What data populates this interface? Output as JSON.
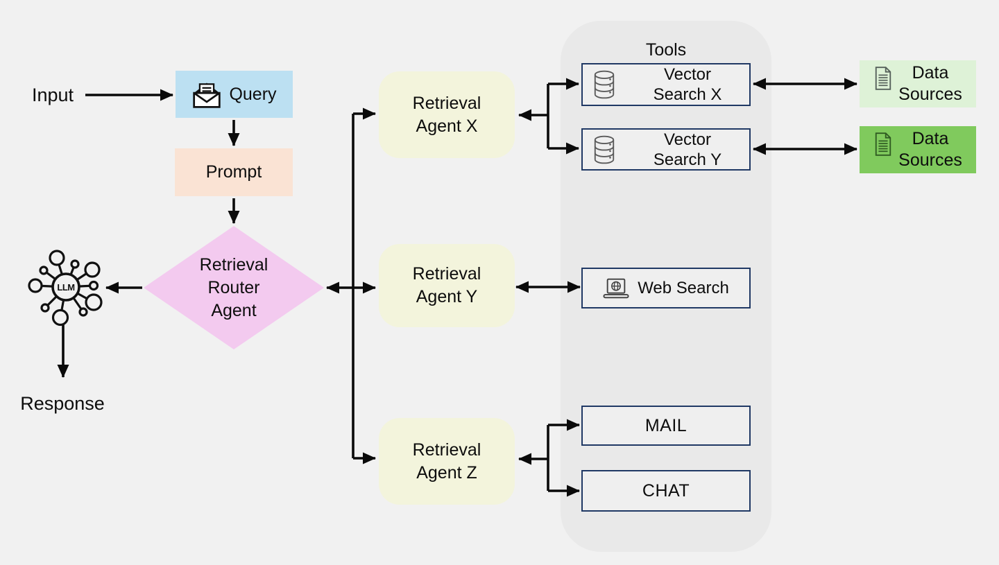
{
  "colors": {
    "background": "#F1F1F1",
    "query_fill": "#BCE0F2",
    "prompt_fill": "#FAE3D4",
    "router_fill": "#F3CAEF",
    "agent_fill": "#F3F4DC",
    "tools_panel_fill": "#E9E9E9",
    "tool_box_fill": "#EFEFEF",
    "tool_box_border": "#1F3864",
    "data_sources_light_fill": "#DEF2D7",
    "data_sources_dark_fill": "#80CA5D",
    "arrow": "#0A0A0A"
  },
  "icons": {
    "query": "open-envelope-letter-icon",
    "llm": "llm-network-hub-icon",
    "vector_search": "database-cylinder-icon",
    "web_search": "laptop-globe-icon",
    "data_sources": "document-icon"
  },
  "nodes": {
    "input": {
      "label": "Input"
    },
    "query": {
      "label": "Query"
    },
    "prompt": {
      "label": "Prompt"
    },
    "router": {
      "line1": "Retrieval",
      "line2": "Router",
      "line3": "Agent"
    },
    "llm": {
      "label": "LLM"
    },
    "response": {
      "label": "Response"
    },
    "agent_x": {
      "line1": "Retrieval",
      "line2": "Agent X"
    },
    "agent_y": {
      "line1": "Retrieval",
      "line2": "Agent Y"
    },
    "agent_z": {
      "line1": "Retrieval",
      "line2": "Agent Z"
    },
    "tools_panel": {
      "title": "Tools"
    },
    "vector_search_x": {
      "line1": "Vector",
      "line2": "Search X"
    },
    "vector_search_y": {
      "line1": "Vector",
      "line2": "Search Y"
    },
    "web_search": {
      "label": "Web Search"
    },
    "mail": {
      "label": "MAIL"
    },
    "chat": {
      "label": "CHAT"
    },
    "data_sources_1": {
      "line1": "Data",
      "line2": "Sources"
    },
    "data_sources_2": {
      "line1": "Data",
      "line2": "Sources"
    }
  }
}
